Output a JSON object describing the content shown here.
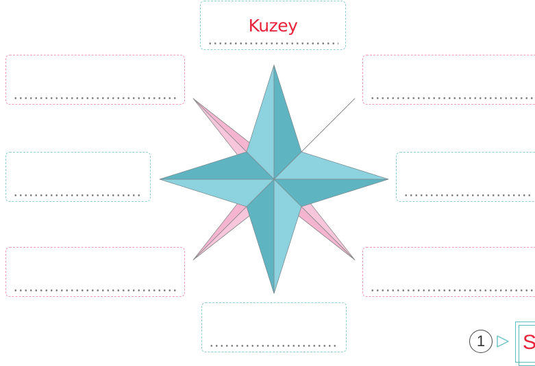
{
  "compass": {
    "boxes": {
      "north": {
        "answer": "Kuzey"
      },
      "northwest": {
        "answer": ""
      },
      "northeast": {
        "answer": ""
      },
      "west": {
        "answer": ""
      },
      "east": {
        "answer": ""
      },
      "southwest": {
        "answer": ""
      },
      "southeast": {
        "answer": ""
      },
      "south": {
        "answer": ""
      }
    }
  },
  "colors": {
    "main_points": "#5fb9c6",
    "intercardinal_points": "#f5b4cf",
    "answer_text": "#e8233a",
    "pink_border": "#ef9bb8",
    "teal_border": "#8fcfcf"
  },
  "footer": {
    "question_number": "1",
    "next_letter": "S"
  }
}
